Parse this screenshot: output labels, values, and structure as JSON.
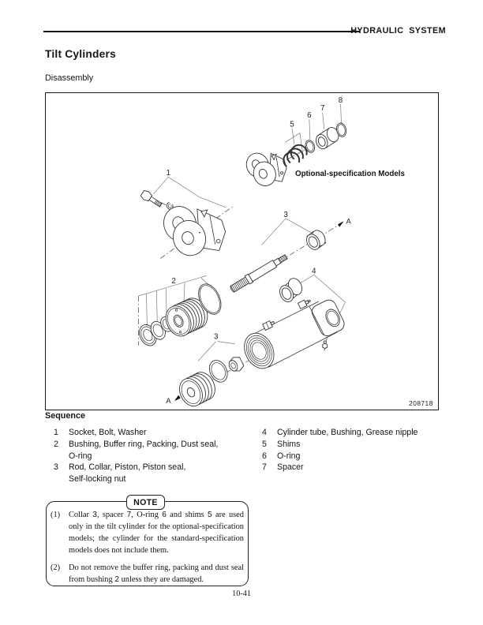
{
  "header": {
    "title": "HYDRAULIC  SYSTEM"
  },
  "title": "Tilt Cylinders",
  "subtitle": "Disassembly",
  "figure": {
    "ref_number": "208718",
    "optional_label": "Optional-specification Models",
    "callout_1": "1",
    "callout_2": "2",
    "callout_3_upper": "3",
    "callout_3_lower": "3",
    "callout_4": "4",
    "callout_5": "5",
    "callout_6": "6",
    "callout_7": "7",
    "callout_8": "8",
    "arrow_top": "A",
    "arrow_bottom": "A"
  },
  "sequence": {
    "heading": "Sequence",
    "left": [
      {
        "num": "1",
        "l1": "Socket, Bolt, Washer",
        "l2": ""
      },
      {
        "num": "2",
        "l1": "Bushing, Buffer ring, Packing, Dust seal,",
        "l2": "O-ring"
      },
      {
        "num": "3",
        "l1": "Rod, Collar, Piston, Piston seal,",
        "l2": "Self-locking nut"
      }
    ],
    "right": [
      {
        "num": "4",
        "l1": "Cylinder tube, Bushing, Grease nipple"
      },
      {
        "num": "5",
        "l1": "Shims"
      },
      {
        "num": "6",
        "l1": "O-ring"
      },
      {
        "num": "7",
        "l1": "Spacer"
      }
    ]
  },
  "note": {
    "label": "NOTE",
    "items": [
      {
        "num": "(1)",
        "segments": [
          {
            "t": "Collar "
          },
          {
            "t": "3",
            "sans": true
          },
          {
            "t": ", spacer "
          },
          {
            "t": "7",
            "sans": true
          },
          {
            "t": ", O-ring "
          },
          {
            "t": "6",
            "sans": true
          },
          {
            "t": " and shims "
          },
          {
            "t": "5",
            "sans": true
          },
          {
            "t": " are used only in the tilt cylinder for the optional-specification models; the cylinder for the standard-specification models does not include them."
          }
        ]
      },
      {
        "num": "(2)",
        "segments": [
          {
            "t": "Do not remove the buffer ring, packing and dust seal from bushing "
          },
          {
            "t": "2",
            "sans": true
          },
          {
            "t": " unless they are damaged."
          }
        ]
      }
    ]
  },
  "page_number": "10-41"
}
